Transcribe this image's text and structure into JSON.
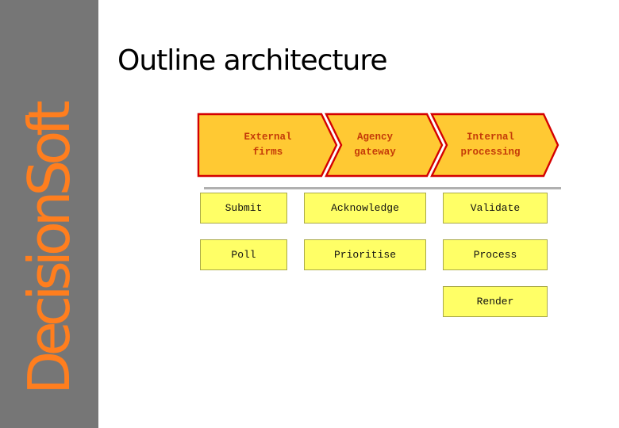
{
  "colors": {
    "sidebar_bg": "#767676",
    "brand_orange": "#FF7E1E",
    "banner_fill": "#FFC933",
    "banner_border": "#D40000",
    "banner_text": "#C43A08",
    "banner_shadow_gray": "#B0B0B0",
    "box_fill": "#FFFF66",
    "box_border": "#A9A948",
    "title_color": "#000000"
  },
  "sidebar": {
    "brand": "DecisionSoft"
  },
  "header": {
    "title": "Outline architecture"
  },
  "banner": {
    "segments": [
      {
        "label": "External\nfirms"
      },
      {
        "label": "Agency\ngateway"
      },
      {
        "label": "Internal\nprocessing"
      }
    ]
  },
  "process_grid": {
    "items": [
      {
        "label": "Submit"
      },
      {
        "label": "Acknowledge"
      },
      {
        "label": "Validate"
      },
      {
        "label": "Poll"
      },
      {
        "label": "Prioritise"
      },
      {
        "label": "Process"
      },
      {
        "label": "Render"
      }
    ]
  }
}
